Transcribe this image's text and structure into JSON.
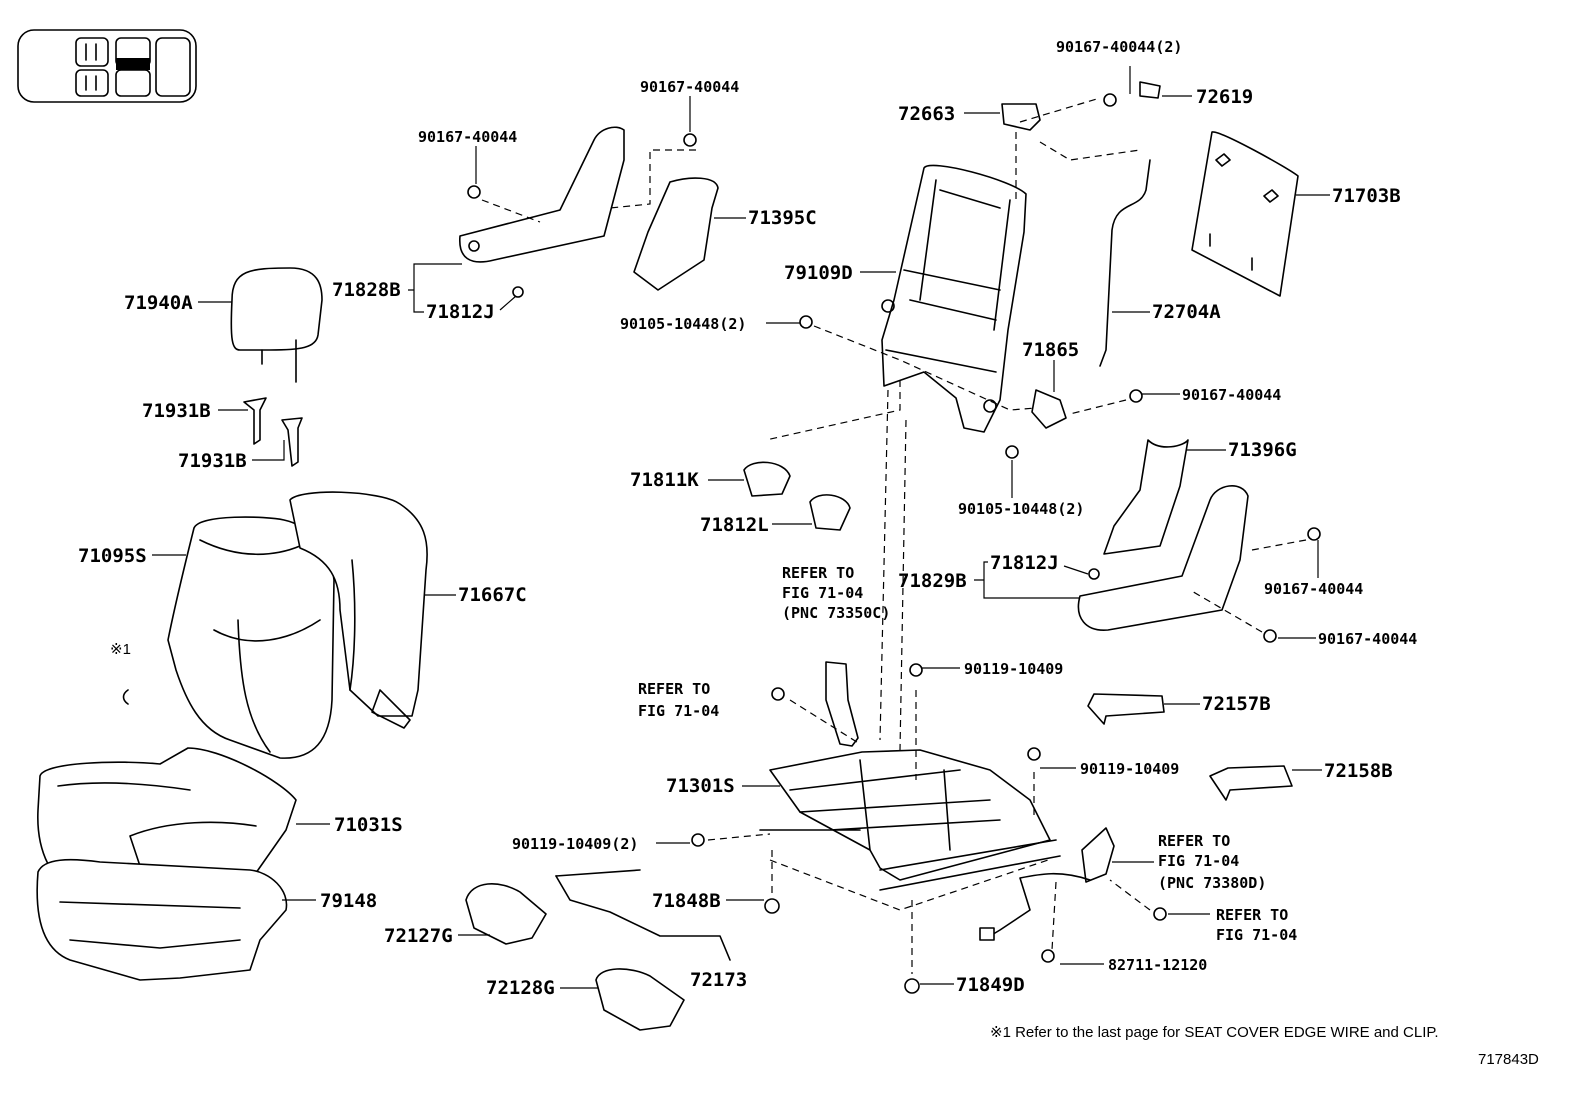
{
  "labels": {
    "p90167_40044_2": "90167-40044(2)",
    "p72619": "72619",
    "p72663": "72663",
    "p90167_40044_top": "90167-40044",
    "p90167_40044_left": "90167-40044",
    "p71703B": "71703B",
    "p71395C": "71395C",
    "p79109D": "79109D",
    "p71828B": "71828B",
    "p71812J_top": "71812J",
    "p71940A": "71940A",
    "p90105_10448_2_top": "90105-10448(2)",
    "p72704A": "72704A",
    "p71865": "71865",
    "p90167_40044_mid": "90167-40044",
    "p71931B_1": "71931B",
    "p71931B_2": "71931B",
    "p71396G": "71396G",
    "p71811K": "71811K",
    "p90105_10448_2_bot": "90105-10448(2)",
    "p71812L": "71812L",
    "p71095S": "71095S",
    "p71667C": "71667C",
    "p71812J_bot": "71812J",
    "p71829B": "71829B",
    "p90167_40044_right": "90167-40044",
    "p90167_40044_right2": "90167-40044",
    "p90119_10409_a": "90119-10409",
    "p72157B": "72157B",
    "p90119_10409_b": "90119-10409",
    "p72158B": "72158B",
    "p71301S": "71301S",
    "p71031S": "71031S",
    "p90119_10409_2": "90119-10409(2)",
    "p79148": "79148",
    "p71848B": "71848B",
    "p72127G": "72127G",
    "p72173": "72173",
    "p72128G": "72128G",
    "p71849D": "71849D",
    "p82711_12120": "82711-12120",
    "mark1": "※1"
  },
  "refers": {
    "r1_l1": "REFER TO",
    "r1_l2": "FIG 71-04",
    "r1_l3": "(PNC 73350C)",
    "r2_l1": "REFER TO",
    "r2_l2": "FIG 71-04",
    "r3_l1": "REFER TO",
    "r3_l2": "FIG 71-04",
    "r3_l3": "(PNC 73380D)",
    "r4_l1": "REFER TO",
    "r4_l2": "FIG 71-04"
  },
  "footnote": "※1  Refer to the last page for SEAT COVER EDGE WIRE and CLIP.",
  "figure_code": "717843D"
}
